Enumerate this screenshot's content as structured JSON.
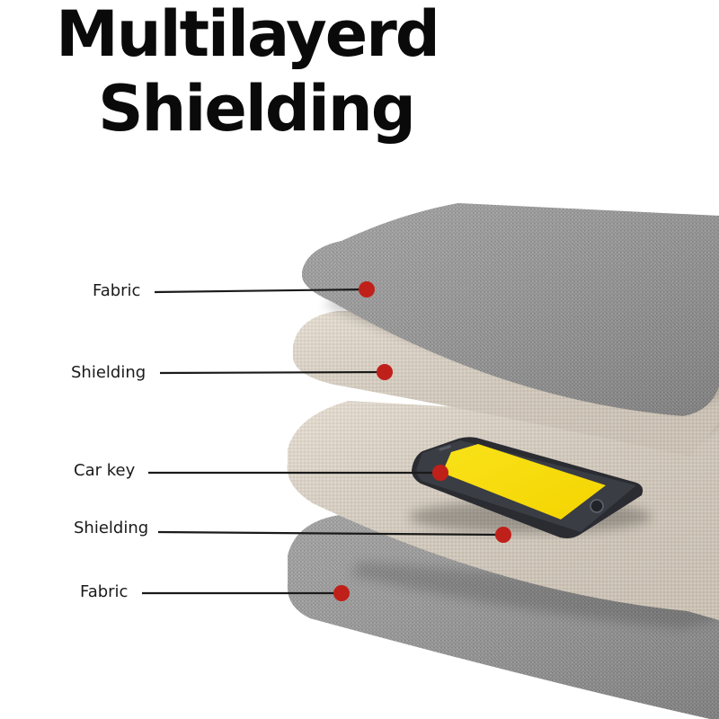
{
  "title": {
    "line1": "Multilayerd",
    "line2": "Shielding"
  },
  "layers": [
    {
      "label": "Fabric",
      "material": "grey-fabric"
    },
    {
      "label": "Shielding",
      "material": "beige-shielding"
    },
    {
      "label": "Car key",
      "material": "phone"
    },
    {
      "label": "Shielding",
      "material": "beige-shielding"
    },
    {
      "label": "Fabric",
      "material": "grey-fabric"
    }
  ],
  "colors": {
    "fabric": "#8f8f8f",
    "shielding": "#ddd3c6",
    "marker": "#c0201a",
    "phone_screen": "#f7e21c",
    "phone_body": "#2a2c31"
  }
}
